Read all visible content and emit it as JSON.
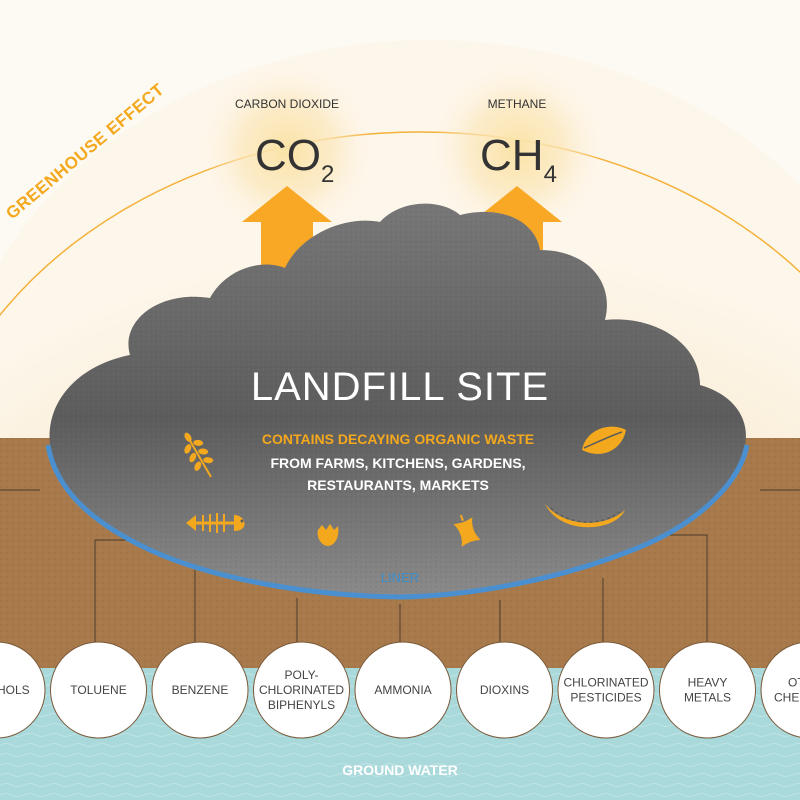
{
  "greenhouse_label": "GREENHOUSE EFFECT",
  "gases": [
    {
      "name": "CARBON DIOXIDE",
      "formula": "CO",
      "subscript": "2"
    },
    {
      "name": "METHANE",
      "formula": "CH",
      "subscript": "4"
    }
  ],
  "landfill": {
    "title": "LANDFILL SITE",
    "waste_lines": [
      "CONTAINS DECAYING ORGANIC WASTE",
      "FROM FARMS, KITCHENS, GARDENS,",
      "RESTAURANTS, MARKETS"
    ],
    "liner_label": "LINER"
  },
  "waste_icons": [
    "wheat-icon",
    "leaf-icon",
    "fish-bone-icon",
    "eggshell-icon",
    "apple-core-icon",
    "melon-rind-icon"
  ],
  "chemicals": [
    {
      "lines": [
        "ALCOHOLS"
      ]
    },
    {
      "lines": [
        "TOLUENE"
      ]
    },
    {
      "lines": [
        "BENZENE"
      ]
    },
    {
      "lines": [
        "POLY-",
        "CHLORINATED",
        "BIPHENYLS"
      ]
    },
    {
      "lines": [
        "AMMONIA"
      ]
    },
    {
      "lines": [
        "DIOXINS"
      ]
    },
    {
      "lines": [
        "CHLORINATED",
        "PESTICIDES"
      ]
    },
    {
      "lines": [
        "HEAVY",
        "METALS"
      ]
    },
    {
      "lines": [
        "OTHER",
        "CHEMICALS"
      ]
    }
  ],
  "ground_water_label": "GROUND WATER",
  "colors": {
    "sky_glow": "#fbeed5",
    "greenhouse_arc": "#f4a81d",
    "arrow": "#f9a825",
    "soil": "#a87a4b",
    "cloud": "#6b6b6b",
    "liner": "#4a90d0",
    "water": "#a9d9db",
    "icon": "#f4a81d"
  }
}
